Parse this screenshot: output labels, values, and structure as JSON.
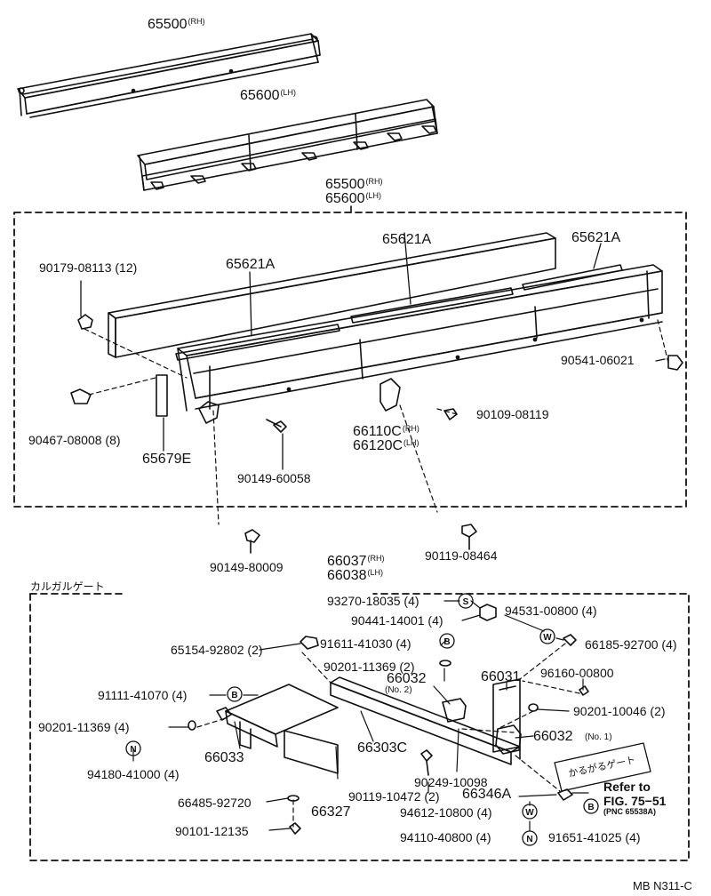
{
  "colors": {
    "ink": "#111111",
    "paper": "#ffffff"
  },
  "top_parts": {
    "rh_rail": {
      "part": "65500",
      "side": "(RH)"
    },
    "lh_rail": {
      "part": "65600",
      "side": "(LH)"
    }
  },
  "upper_box": {
    "title_rh": {
      "part": "65500",
      "side": "(RH)"
    },
    "title_lh": {
      "part": "65600",
      "side": "(LH)"
    },
    "labels": {
      "bolt_12": "90179-08113 (12)",
      "slat_1": "65621A",
      "slat_2": "65621A",
      "slat_3": "65621A",
      "bolt_right": "90541-06021",
      "clip_8": "90467-08008 (8)",
      "bracket": "65679E",
      "screw_mid": "90149-60058",
      "hinge_rh": {
        "part": "66110C",
        "side": "(RH)"
      },
      "hinge_lh": {
        "part": "66120C",
        "side": "(LH)"
      },
      "bolt_hinge": "90109-08119"
    }
  },
  "outside_upper": {
    "bolt_left": "90149-80009",
    "bolt_right": "90119-08464"
  },
  "lower_box": {
    "section_title": "カルガルゲート",
    "title_rh": {
      "part": "66037",
      "side": "(RH)"
    },
    "title_lh": {
      "part": "66038",
      "side": "(LH)"
    },
    "labels": {
      "a": "93270-18035 (4)",
      "b": "90441-14001 (4)",
      "c": "94531-00800 (4)",
      "d": "65154-92802 (2)",
      "e": "91611-41030 (4)",
      "f": "66185-92700 (4)",
      "g": "90201-11369 (2)",
      "h": "66032",
      "h_sub": "(No. 2)",
      "i": "66031",
      "j": "96160-00800",
      "k": "91111-41070 (4)",
      "l": "90201-10046 (2)",
      "m": "90201-11369 (4)",
      "n": "66032",
      "n_sub": "(No. 1)",
      "o": "66033",
      "p": "66303C",
      "q": "94180-41000 (4)",
      "r": "90249-10098",
      "s": "90119-10472 (2)",
      "t": "66346A",
      "u": "66485-92720",
      "v": "94612-10800 (4)",
      "w": "66327",
      "x": "91651-41025 (4)",
      "y": "90101-12135",
      "z": "94110-40800 (4)"
    },
    "badges": {
      "s": "S",
      "w": "W",
      "b": "B",
      "n": "N"
    },
    "tag_text": "かるがるゲート",
    "refer": {
      "line1": "Refer to",
      "line2": "FIG. 75−51",
      "line3": "(PNC 65538A)"
    }
  },
  "footer_code": "MB N311-C"
}
